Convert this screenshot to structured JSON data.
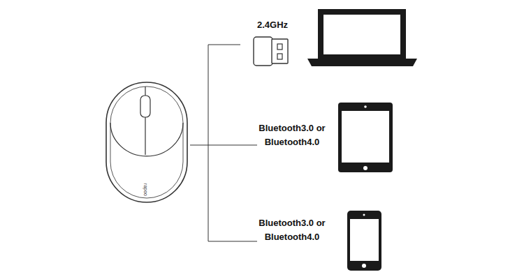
{
  "diagram": {
    "labels": [
      "2.4GHz",
      "Bluetooth3.0 or Bluetooth4.0",
      "Bluetooth3.0 or Bluetooth4.0",
      "rapoo"
    ]
  }
}
